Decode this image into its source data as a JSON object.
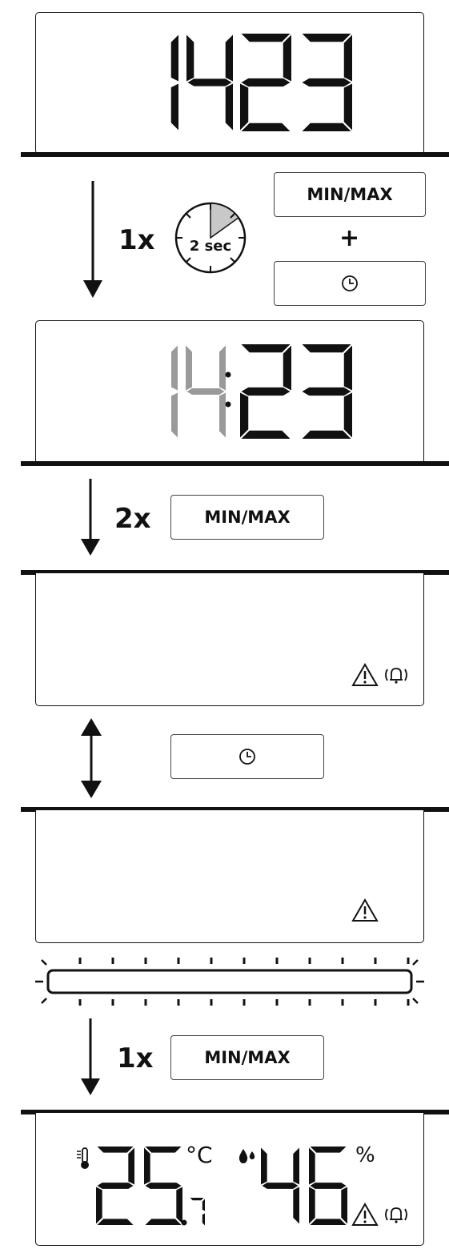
{
  "screens": {
    "time": {
      "hh": "14",
      "mm": "23"
    },
    "reading": {
      "temp_int": "25",
      "temp_dec": "7",
      "temp_unit": "°C",
      "hum": "46",
      "hum_unit": "%"
    }
  },
  "steps": {
    "step1": {
      "count": "1x",
      "timer_label": "2 sec",
      "button_a": "MIN/MAX",
      "plus": "+"
    },
    "step2": {
      "count": "2x",
      "button": "MIN/MAX"
    },
    "step4": {
      "count": "1x",
      "button": "MIN/MAX"
    }
  },
  "icons": [
    "clock-icon",
    "warning-icon",
    "alarm-bell-icon",
    "thermometer-icon",
    "droplet-icon"
  ],
  "colors": {
    "segment_on": "#111111",
    "segment_blink": "#9a9a9a",
    "timer_fill": "#c8c8c8"
  }
}
